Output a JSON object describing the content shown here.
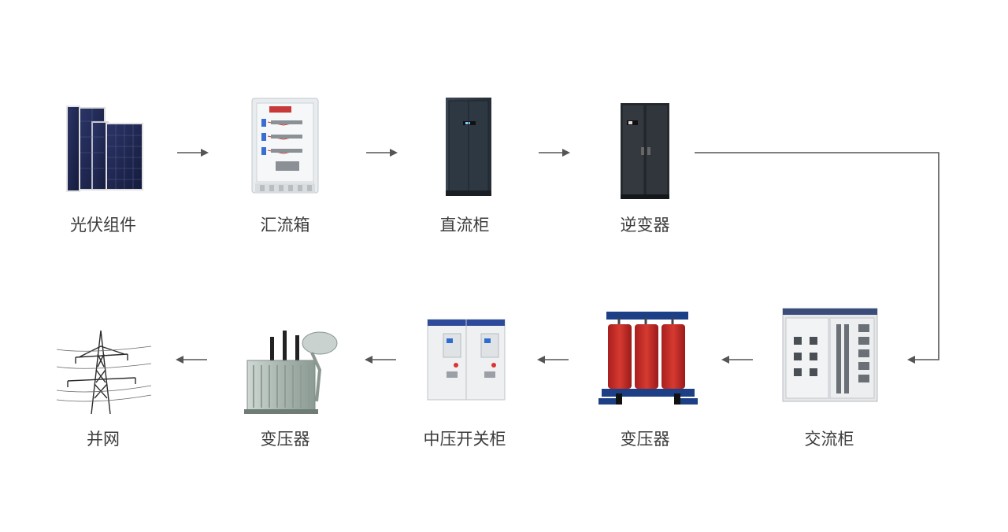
{
  "diagram": {
    "nodes": [
      {
        "id": "pv",
        "label": "光伏组件",
        "icon": "solar-panel-icon"
      },
      {
        "id": "combiner",
        "label": "汇流箱",
        "icon": "combiner-box-icon"
      },
      {
        "id": "dc_cabinet",
        "label": "直流柜",
        "icon": "dc-cabinet-icon"
      },
      {
        "id": "inverter",
        "label": "逆变器",
        "icon": "inverter-icon"
      },
      {
        "id": "ac_cabinet",
        "label": "交流柜",
        "icon": "ac-cabinet-icon"
      },
      {
        "id": "transformer_dry",
        "label": "变压器",
        "icon": "dry-transformer-icon"
      },
      {
        "id": "mv_switchgear",
        "label": "中压开关柜",
        "icon": "mv-switchgear-icon"
      },
      {
        "id": "transformer_oil",
        "label": "变压器",
        "icon": "oil-transformer-icon"
      },
      {
        "id": "grid",
        "label": "并网",
        "icon": "transmission-tower-icon"
      }
    ],
    "edges": [
      [
        "pv",
        "combiner"
      ],
      [
        "combiner",
        "dc_cabinet"
      ],
      [
        "dc_cabinet",
        "inverter"
      ],
      [
        "inverter",
        "ac_cabinet"
      ],
      [
        "ac_cabinet",
        "transformer_dry"
      ],
      [
        "transformer_dry",
        "mv_switchgear"
      ],
      [
        "mv_switchgear",
        "transformer_oil"
      ],
      [
        "transformer_oil",
        "grid"
      ]
    ],
    "colors": {
      "arrow": "#555555",
      "text": "#3c3c3c"
    }
  }
}
